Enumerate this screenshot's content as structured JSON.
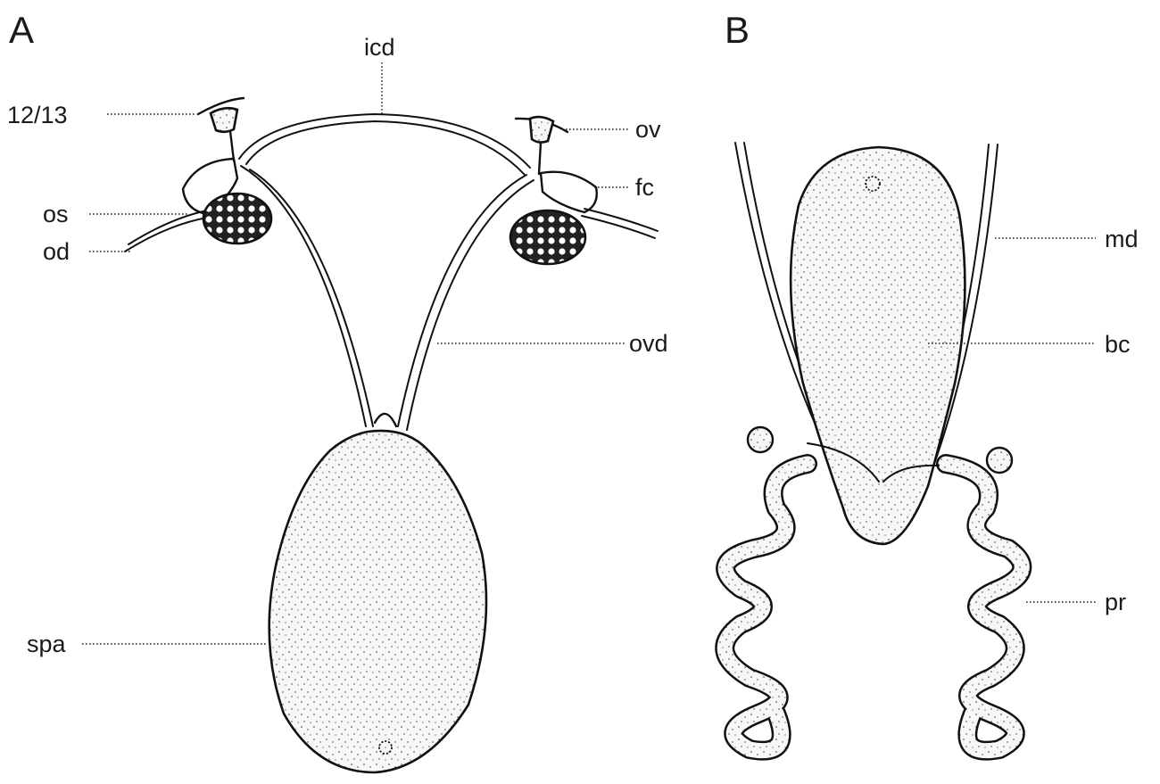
{
  "panels": {
    "a": "A",
    "b": "B"
  },
  "labels": {
    "icd": "icd",
    "septum": "12/13",
    "ov": "ov",
    "fc": "fc",
    "os": "os",
    "od": "od",
    "ovd": "ovd",
    "spa": "spa",
    "md": "md",
    "bc": "bc",
    "pr": "pr"
  },
  "colors": {
    "ink": "#111111",
    "paper": "#ffffff"
  }
}
